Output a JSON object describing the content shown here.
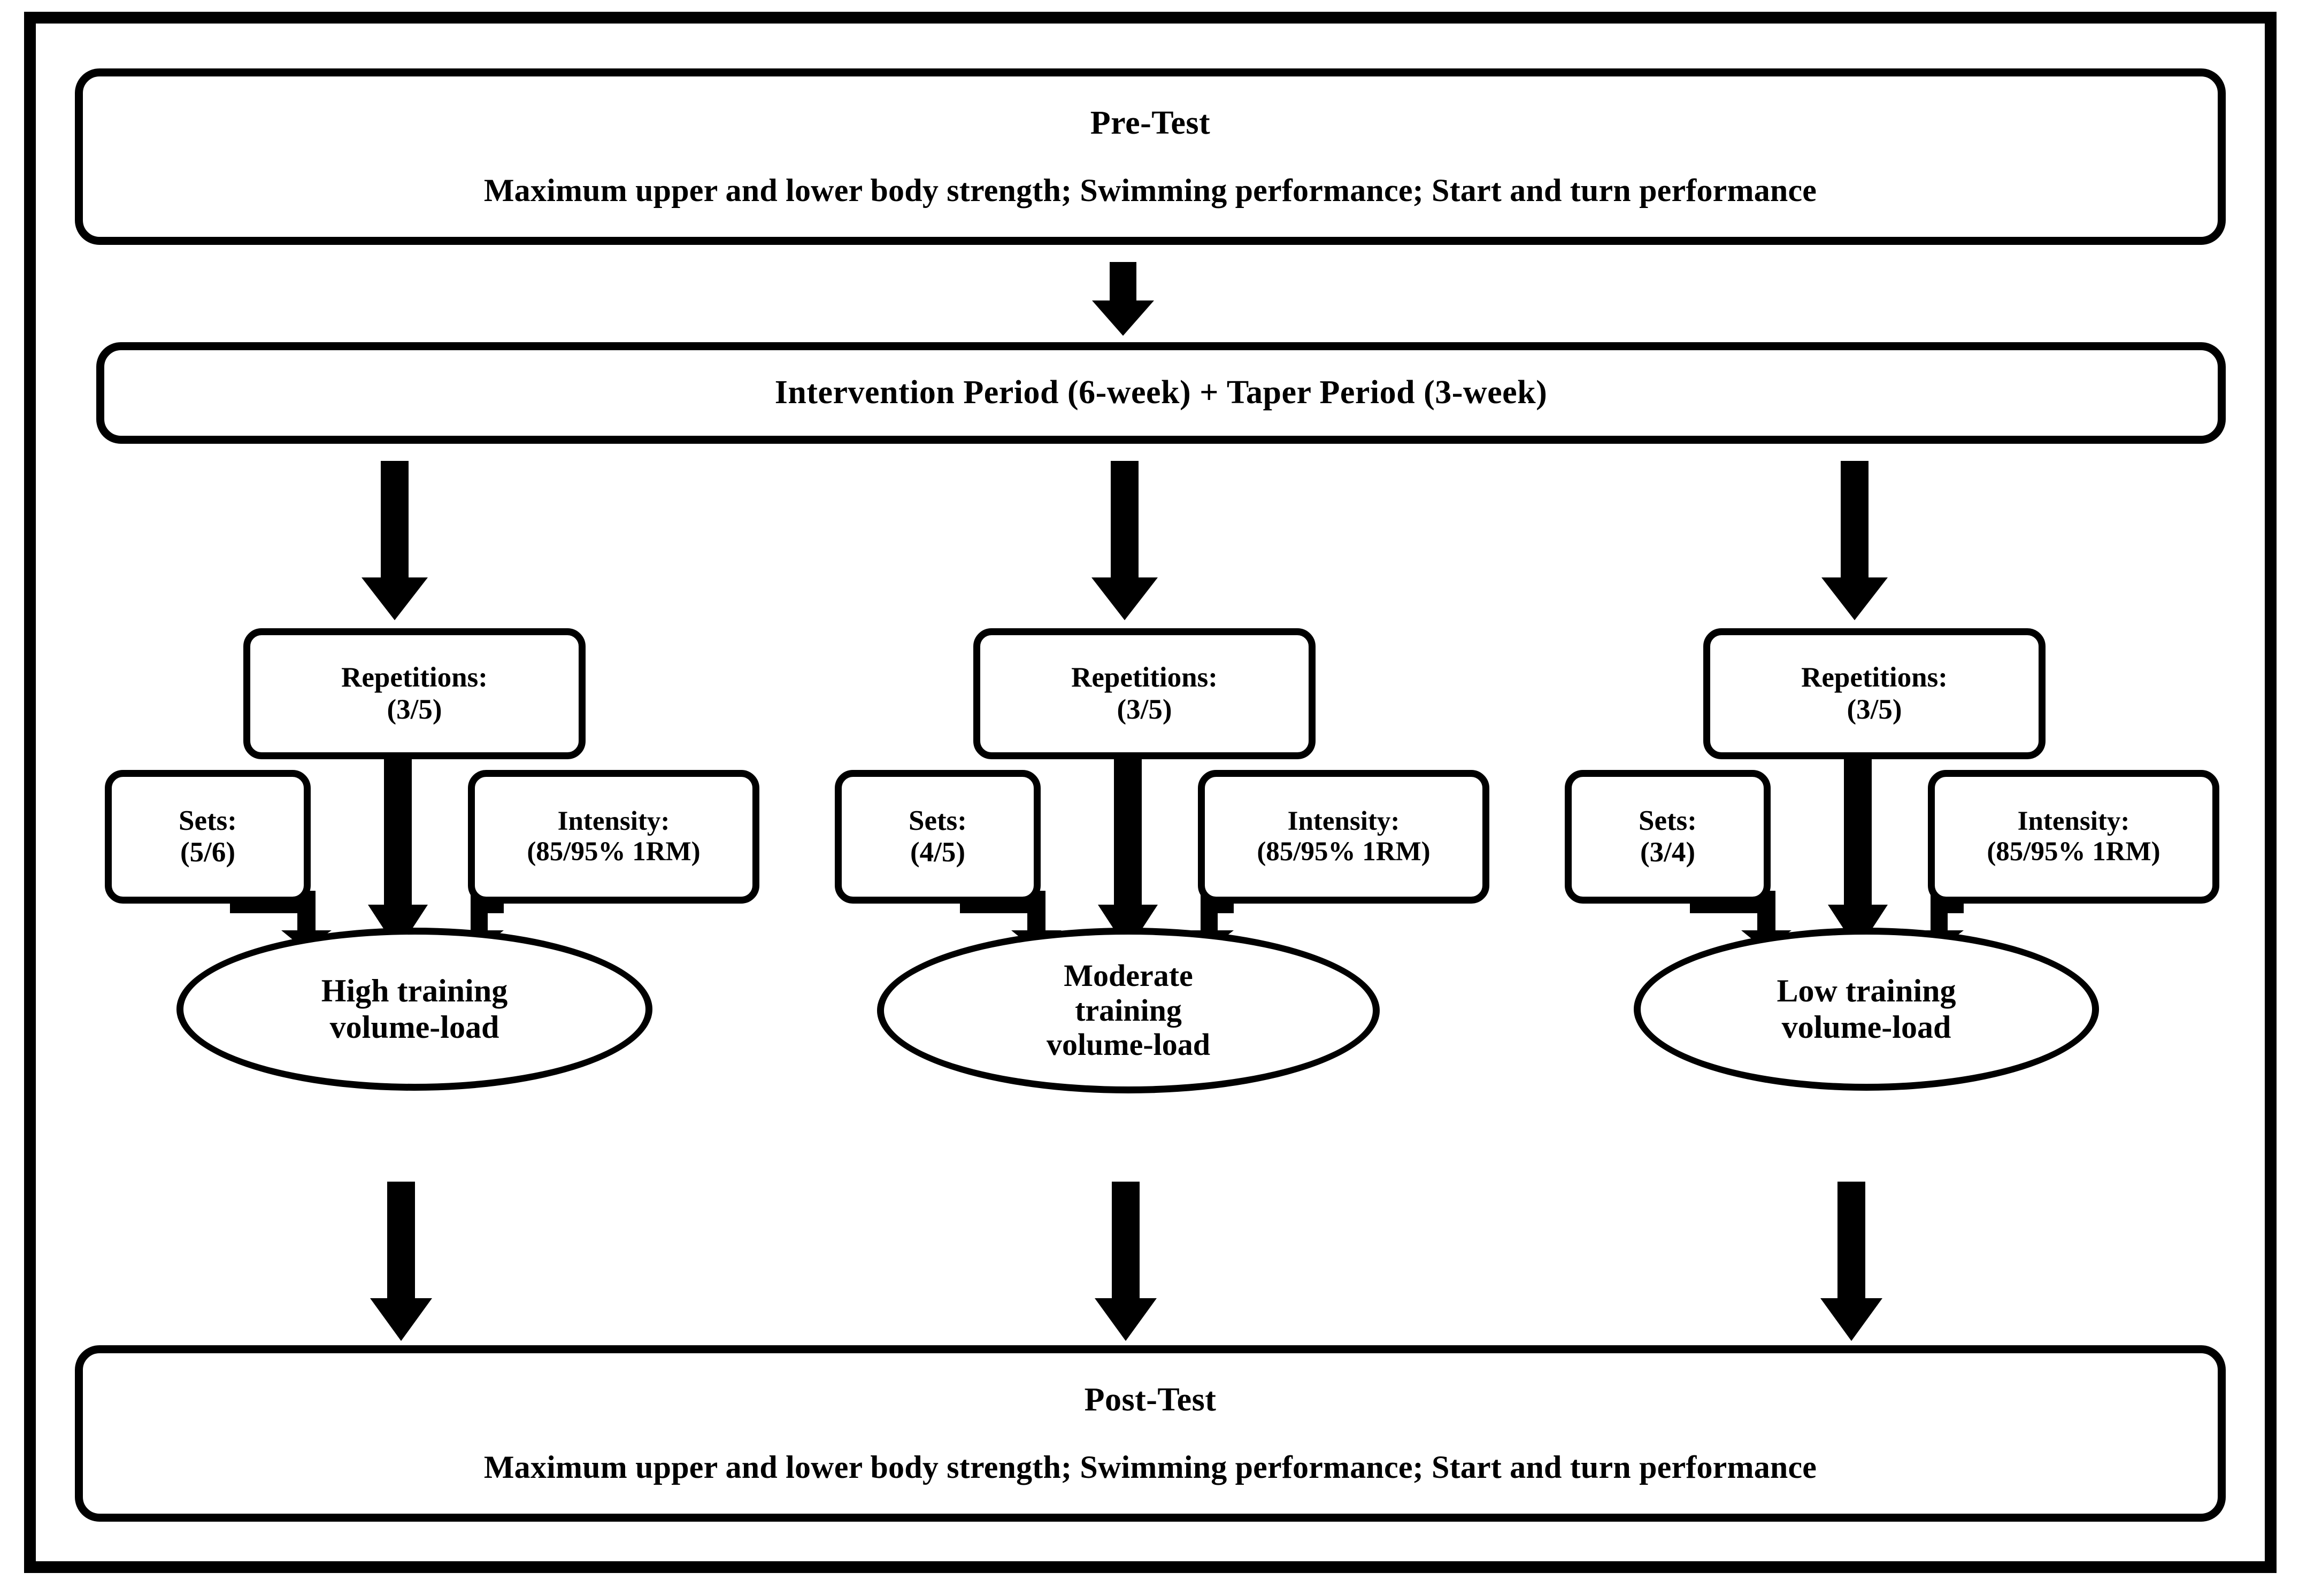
{
  "diagram": {
    "type": "flowchart",
    "title": "Study design flowchart",
    "pretest": {
      "heading": "Pre-Test",
      "detail": "Maximum upper and lower body strength; Swimming performance; Start and turn performance"
    },
    "intervention": {
      "label": "Intervention Period (6-week) + Taper Period (3-week)"
    },
    "posttest": {
      "heading": "Post-Test",
      "detail": "Maximum upper and lower body strength; Swimming performance; Start and turn performance"
    },
    "groups": [
      {
        "id": "high",
        "repetitions_label": "Repetitions:",
        "repetitions_value": "(3/5)",
        "sets_label": "Sets:",
        "sets_value": "(5/6)",
        "intensity_label": "Intensity:",
        "intensity_value": "(85/95% 1RM)",
        "outcome_line1": "High training",
        "outcome_line2": "volume-load",
        "outcome_line3": ""
      },
      {
        "id": "moderate",
        "repetitions_label": "Repetitions:",
        "repetitions_value": "(3/5)",
        "sets_label": "Sets:",
        "sets_value": "(4/5)",
        "intensity_label": "Intensity:",
        "intensity_value": "(85/95% 1RM)",
        "outcome_line1": "Moderate",
        "outcome_line2": "training",
        "outcome_line3": "volume-load"
      },
      {
        "id": "low",
        "repetitions_label": "Repetitions:",
        "repetitions_value": "(3/5)",
        "sets_label": "Sets:",
        "sets_value": "(3/4)",
        "intensity_label": "Intensity:",
        "intensity_value": "(85/95% 1RM)",
        "outcome_line1": "Low training",
        "outcome_line2": "volume-load",
        "outcome_line3": ""
      }
    ],
    "colors": {
      "stroke": "#000000",
      "fill": "#FFFFFF",
      "text": "#000000"
    }
  }
}
